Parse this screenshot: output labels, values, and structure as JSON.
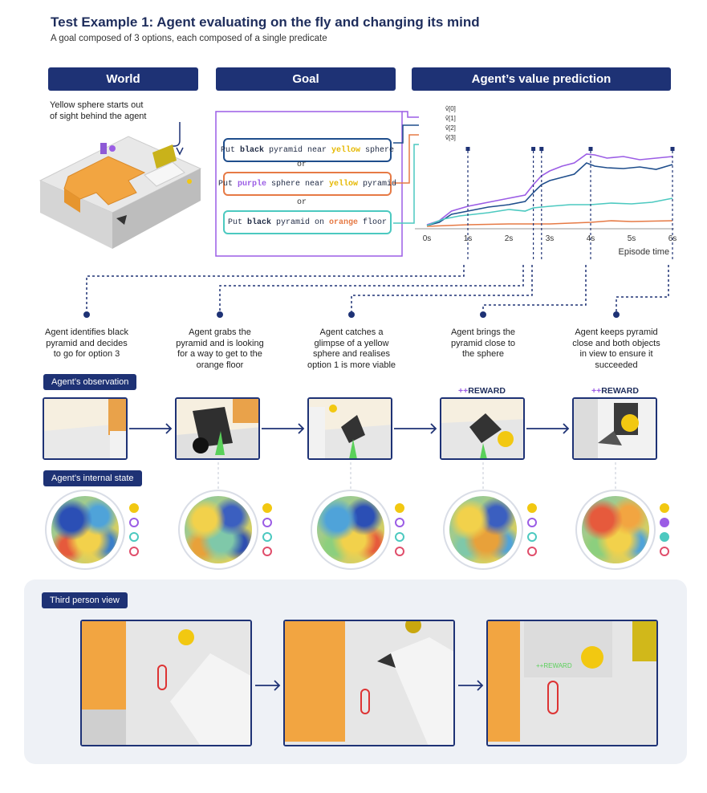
{
  "title": "Test Example 1: Agent evaluating on the fly and changing its mind",
  "subtitle": "A goal composed of 3 options, each composed of a single predicate",
  "headers": {
    "world": "World",
    "goal": "Goal",
    "value": "Agent’s value prediction"
  },
  "world_note": [
    "Yellow sphere starts out",
    "of sight behind the agent"
  ],
  "goal": {
    "options": [
      {
        "parts": [
          {
            "t": "Put "
          },
          {
            "t": "black",
            "b": true
          },
          {
            "t": " pyramid near "
          },
          {
            "t": "yellow",
            "c": "#e5b800"
          },
          {
            "t": " sphere"
          }
        ],
        "border": "#1f4e8c"
      },
      {
        "parts": [
          {
            "t": "Put "
          },
          {
            "t": "purple",
            "c": "#9b5de5"
          },
          {
            "t": " sphere near "
          },
          {
            "t": "yellow",
            "c": "#e5b800"
          },
          {
            "t": " pyramid"
          }
        ],
        "border": "#e67a45"
      },
      {
        "parts": [
          {
            "t": "Put "
          },
          {
            "t": "black",
            "b": true
          },
          {
            "t": " pyramid on "
          },
          {
            "t": "orange",
            "c": "#e67a45"
          },
          {
            "t": " floor"
          }
        ],
        "border": "#4cc9c0"
      }
    ],
    "or": "or"
  },
  "chart_data": {
    "type": "line",
    "xlabel": "Episode time",
    "xticks": [
      "0s",
      "1s",
      "2s",
      "3s",
      "4s",
      "5s",
      "6s"
    ],
    "series": [
      {
        "name": "v̂[0]",
        "color": "#9b5de5",
        "x": [
          0,
          0.3,
          0.6,
          1,
          1.5,
          2,
          2.4,
          2.6,
          2.8,
          3,
          3.3,
          3.6,
          3.9,
          4.1,
          4.4,
          4.8,
          5.2,
          5.6,
          6
        ],
        "y": [
          0.05,
          0.1,
          0.22,
          0.28,
          0.33,
          0.38,
          0.42,
          0.55,
          0.66,
          0.72,
          0.78,
          0.82,
          0.93,
          0.92,
          0.88,
          0.9,
          0.86,
          0.88,
          0.9
        ]
      },
      {
        "name": "v̂[1]",
        "color": "#1f4e8c",
        "x": [
          0,
          0.3,
          0.6,
          1,
          1.5,
          2,
          2.4,
          2.6,
          2.8,
          3,
          3.3,
          3.6,
          3.9,
          4.1,
          4.4,
          4.8,
          5.2,
          5.6,
          6
        ],
        "y": [
          0.04,
          0.08,
          0.18,
          0.22,
          0.27,
          0.3,
          0.34,
          0.45,
          0.55,
          0.6,
          0.64,
          0.68,
          0.82,
          0.78,
          0.76,
          0.75,
          0.77,
          0.74,
          0.8
        ]
      },
      {
        "name": "v̂[2]",
        "color": "#e67a45",
        "x": [
          0,
          0.5,
          1,
          2,
          3,
          4,
          4.5,
          5,
          6
        ],
        "y": [
          0.03,
          0.04,
          0.05,
          0.06,
          0.06,
          0.08,
          0.1,
          0.09,
          0.1
        ]
      },
      {
        "name": "v̂[3]",
        "color": "#4cc9c0",
        "x": [
          0,
          0.4,
          0.8,
          1.5,
          2,
          2.4,
          2.6,
          3,
          3.5,
          4,
          4.5,
          5,
          5.5,
          6
        ],
        "y": [
          0.04,
          0.12,
          0.16,
          0.2,
          0.24,
          0.22,
          0.26,
          0.28,
          0.3,
          0.3,
          0.32,
          0.31,
          0.33,
          0.38
        ]
      }
    ],
    "markers_x": [
      1,
      2.6,
      2.8,
      4,
      6
    ],
    "xlim": [
      0,
      6
    ],
    "ylim": [
      0,
      1
    ]
  },
  "steps": [
    [
      "Agent identifies black",
      "pyramid and decides",
      "to go for option 3"
    ],
    [
      "Agent grabs the",
      "pyramid and is looking",
      "for a way to get to the",
      "orange floor"
    ],
    [
      "Agent catches a",
      "glimpse of a yellow",
      "sphere and realises",
      "option 1 is more viable"
    ],
    [
      "Agent brings the",
      "pyramid close to",
      "the sphere"
    ],
    [
      "Agent keeps pyramid",
      "close and both objects",
      "in view to ensure it",
      "succeeded"
    ]
  ],
  "labels": {
    "observation": "Agent’s observation",
    "internal_state": "Agent’s internal state",
    "third_person": "Third person view",
    "reward_prefix": "++",
    "reward_word": "REWARD"
  },
  "state_dots": [
    [
      "#f2c811",
      "#9b5de5",
      "#4cc9c0",
      "#e04e6b"
    ],
    [
      "filled",
      "ring",
      "ring",
      "ring"
    ],
    [
      "filled",
      "ring",
      "ring",
      "ring"
    ],
    [
      "filled",
      "ring",
      "ring",
      "ring"
    ],
    [
      "filled",
      "filled",
      "filled",
      "ring"
    ]
  ],
  "state_dots_first": [
    "filled",
    "ring",
    "ring",
    "ring"
  ],
  "tpv_reward": "++REWARD"
}
